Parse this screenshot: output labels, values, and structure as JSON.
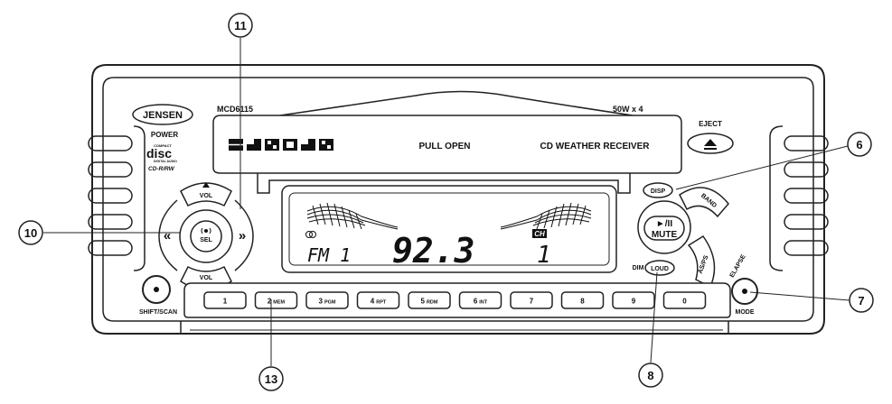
{
  "brand": "JENSEN",
  "model": "MCD6115",
  "power_rating": "50W x 4",
  "power_label": "POWER",
  "disc_logo": {
    "compact": "COMPACT",
    "disc": "disc",
    "digital_audio": "DIGITAL AUDIO",
    "format": "CD-R/RW"
  },
  "flap": {
    "pull_open": "PULL OPEN",
    "product_name": "CD WEATHER RECEIVER"
  },
  "eject_label": "EJECT",
  "display": {
    "band": "FM 1",
    "frequency": "92.3",
    "channel_tag": "CH",
    "channel": "1"
  },
  "controls": {
    "vol_up": "VOL",
    "vol_down": "VOL",
    "sel": "SEL",
    "seek_left": "«",
    "seek_right": "»",
    "disp": "DISP",
    "band": "BAND",
    "play_pause": "►/II",
    "mute": "MUTE",
    "as_ps": "AS/PS",
    "elapse": "ELAPSE",
    "mode": "MODE",
    "dim": "DIM",
    "loud": "LOUD",
    "shift_scan": "SHIFT/SCAN"
  },
  "presets": [
    {
      "num": "1",
      "sub": ""
    },
    {
      "num": "2",
      "sub": "MEM"
    },
    {
      "num": "3",
      "sub": "PGM"
    },
    {
      "num": "4",
      "sub": "RPT"
    },
    {
      "num": "5",
      "sub": "RDM"
    },
    {
      "num": "6",
      "sub": "INT"
    },
    {
      "num": "7",
      "sub": ""
    },
    {
      "num": "8",
      "sub": ""
    },
    {
      "num": "9",
      "sub": ""
    },
    {
      "num": "0",
      "sub": ""
    }
  ],
  "callouts": [
    "11",
    "6",
    "10",
    "7",
    "13",
    "8"
  ]
}
